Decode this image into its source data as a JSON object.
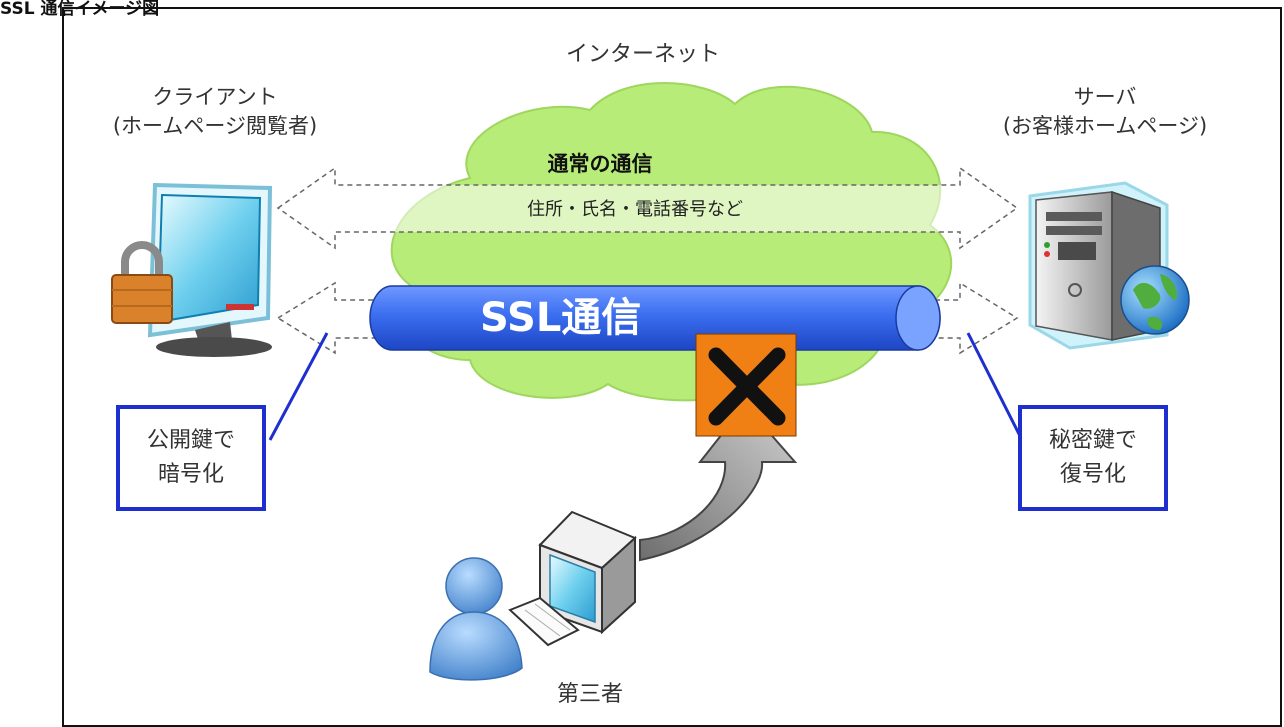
{
  "page": {
    "top_caption": "SSL 通信イメージ図"
  },
  "diagram": {
    "internet_label": "インターネット",
    "client": {
      "line1": "クライアント",
      "line2": "(ホームページ閲覧者)"
    },
    "server": {
      "line1": "サーバ",
      "line2": "(お客様ホームページ)"
    },
    "normal_comm": {
      "title": "通常の通信",
      "detail": "住所・氏名・電話番号など"
    },
    "ssl_label": "SSL通信",
    "encrypt_box": {
      "line1": "公開鍵で",
      "line2": "暗号化"
    },
    "decrypt_box": {
      "line1": "秘密鍵で",
      "line2": "復号化"
    },
    "third_party": "第三者",
    "colors": {
      "cloud": "#b8ec78",
      "pipe": "#3b6ef0",
      "callout_border": "#1e2fd0",
      "block_marker": "#f07f14"
    },
    "icons": [
      "client-monitor-icon",
      "padlock-icon",
      "server-tower-icon",
      "globe-icon",
      "attacker-person-icon",
      "attacker-computer-icon",
      "blocked-x-icon"
    ]
  }
}
